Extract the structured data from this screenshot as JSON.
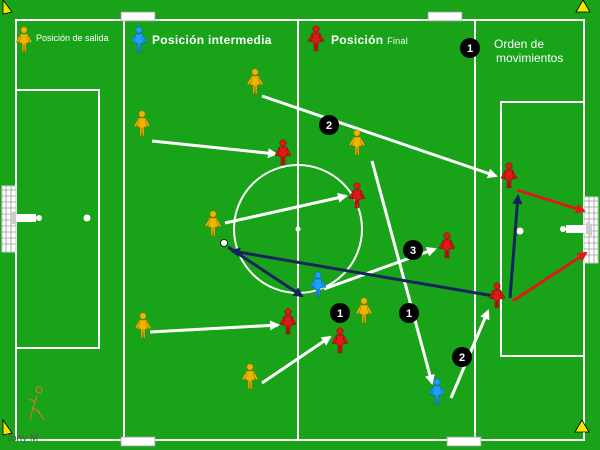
{
  "legend": {
    "salida": "Posición de salida",
    "intermedia": "Posición intermedia",
    "final_main": "Posición",
    "final_small": "Final",
    "orden_num": "1",
    "orden_line1": "Orden de",
    "orden_line2": "movimientos"
  },
  "badges": [
    "2",
    "3",
    "1",
    "1",
    "2"
  ],
  "credit": "Tony M",
  "colors": {
    "pitch": "#18a318",
    "lines": "#ffffff",
    "player_salida": "#f0b400",
    "player_intermedia": "#1ea0ff",
    "player_final": "#e01818",
    "arrow_white": "#ffffff",
    "arrow_navy": "#16245a",
    "arrow_red": "#e01818",
    "badge": "#000000"
  }
}
